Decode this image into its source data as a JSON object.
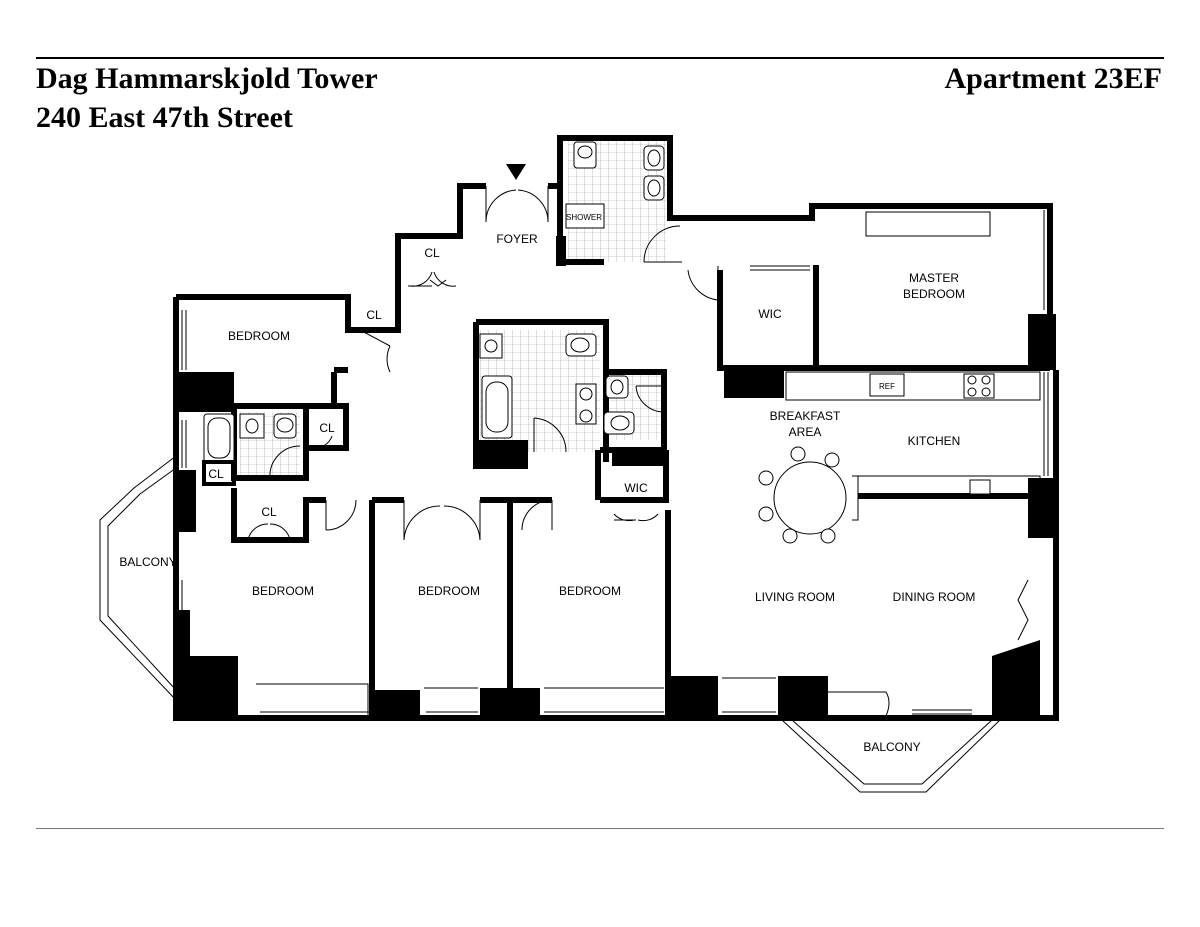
{
  "header": {
    "building": "Dag Hammarskjold Tower",
    "address": "240 East 47th Street",
    "apartment": "Apartment 23EF"
  },
  "rooms": {
    "foyer": "FOYER",
    "shower": "SHOWER",
    "master_bedroom_line1": "MASTER",
    "master_bedroom_line2": "BEDROOM",
    "wic_master": "WIC",
    "bedroom_nw": "BEDROOM",
    "cl_foyer": "CL",
    "cl_nw": "CL",
    "cl_hall": "CL",
    "cl_bath": "CL",
    "cl_sw": "CL",
    "breakfast_line1": "BREAKFAST",
    "breakfast_line2": "AREA",
    "kitchen": "KITCHEN",
    "ref": "REF",
    "wic_center": "WIC",
    "balcony_west": "BALCONY",
    "bedroom_sw": "BEDROOM",
    "bedroom_mid1": "BEDROOM",
    "bedroom_mid2": "BEDROOM",
    "living_room": "LIVING ROOM",
    "dining_room": "DINING ROOM",
    "balcony_south": "BALCONY"
  }
}
